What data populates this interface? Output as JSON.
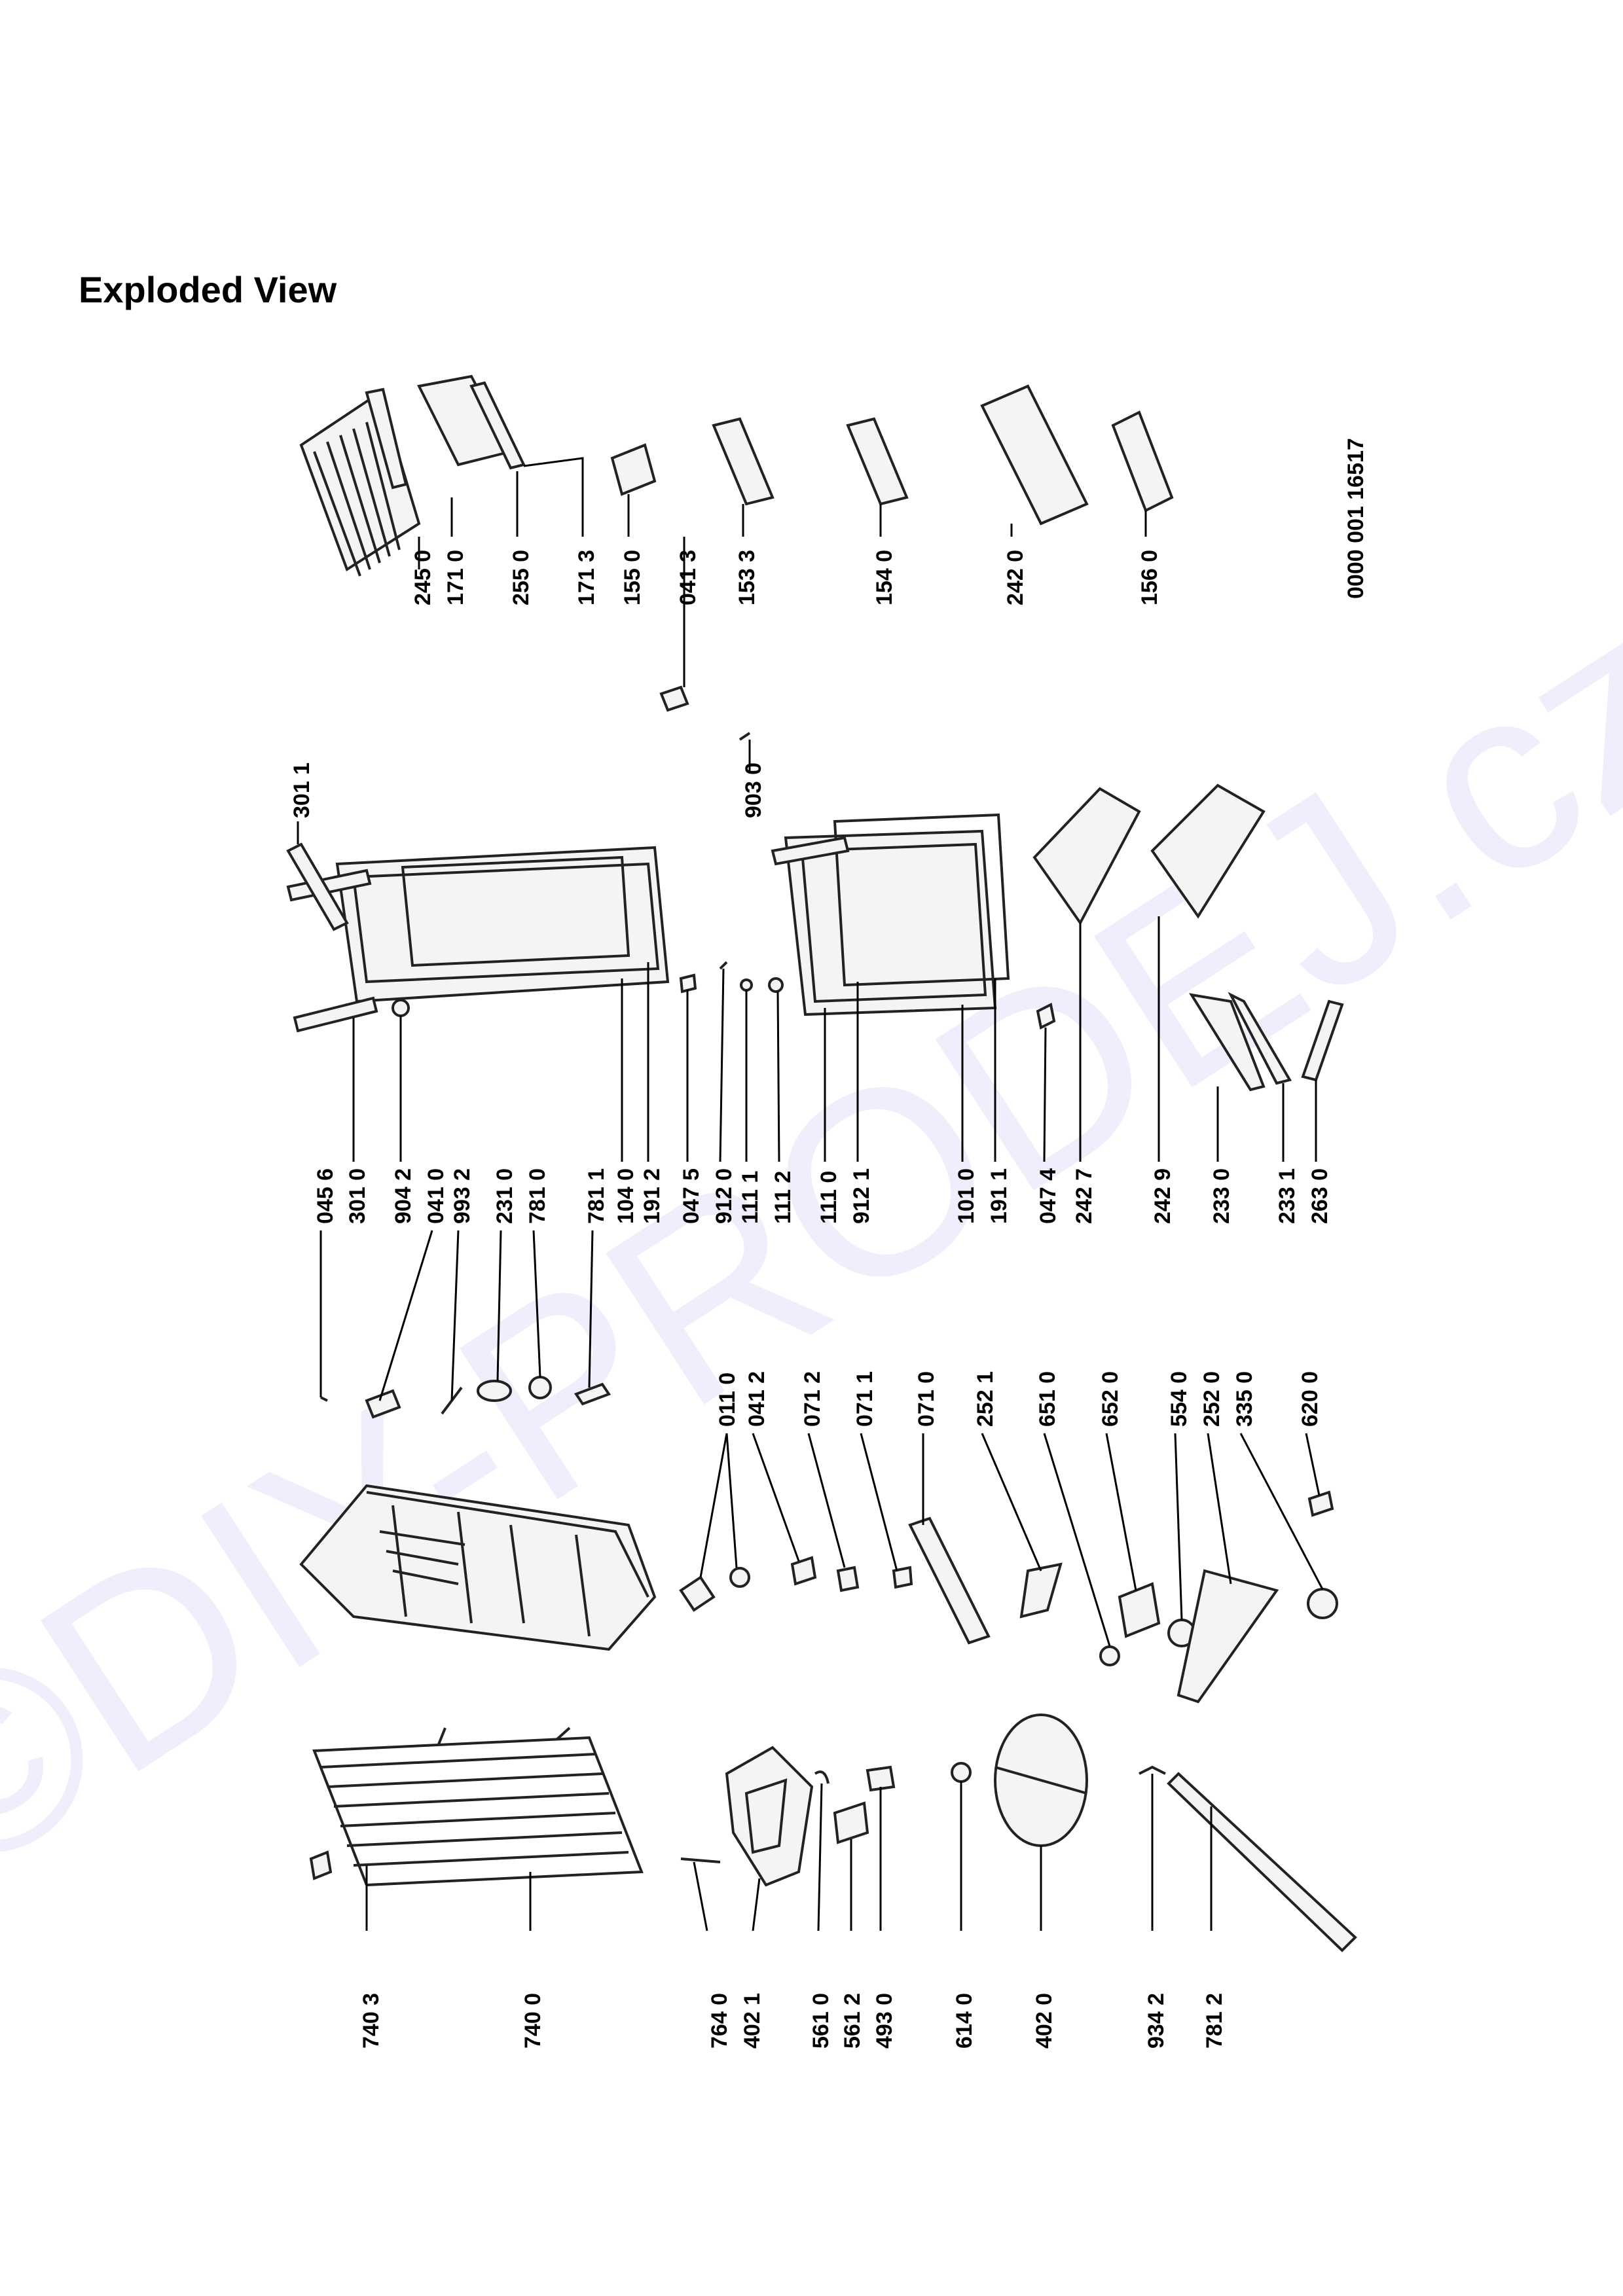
{
  "title": "Exploded View",
  "watermark": "©DIY-PRODEJ.cz",
  "drawing_number": "0000 001 16517",
  "labels": {
    "p7403": "740 3",
    "p7400": "740 0",
    "p7640": "764 0",
    "p4021": "402 1",
    "p5610": "561 0",
    "p5612": "561 2",
    "p4930": "493 0",
    "p6140": "614 0",
    "p4020": "402 0",
    "p9342": "934 2",
    "p7812": "781 2",
    "p0110": "011 0",
    "p0412": "041 2",
    "p0712": "071 2",
    "p0711": "071 1",
    "p0710": "071 0",
    "p2521": "252 1",
    "p6510": "651 0",
    "p6520": "652 0",
    "p5540": "554 0",
    "p2520": "252 0",
    "p3350": "335 0",
    "p6200": "620 0",
    "p0456": "045 6",
    "p3010": "301 0",
    "p9042": "904 2",
    "p0410": "041 0",
    "p9932": "993 2",
    "p2310": "231 0",
    "p7810": "781 0",
    "p7811": "781 1",
    "p1040": "104 0",
    "p1912": "191 2",
    "p0475": "047 5",
    "p9120": "912 0",
    "p1111": "111 1",
    "p1112": "111 2",
    "p1110": "111 0",
    "p9121": "912 1",
    "p1010": "101 0",
    "p1911": "191 1",
    "p0474": "047 4",
    "p2427": "242 7",
    "p2429": "242 9",
    "p2330": "233 0",
    "p2331": "233 1",
    "p2630": "263 0",
    "p3011": "301 1",
    "p9030": "903 0",
    "p2450": "245 0",
    "p1710": "171 0",
    "p2550": "255 0",
    "p1713": "171 3",
    "p1550": "155 0",
    "p0413": "041 3",
    "p1533": "153 3",
    "p1540": "154 0",
    "p2420": "242 0",
    "p1560": "156 0"
  }
}
